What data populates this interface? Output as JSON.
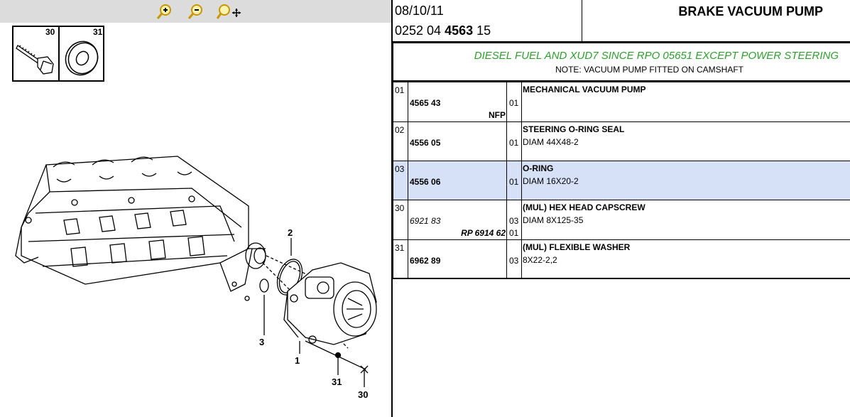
{
  "toolbar": {
    "zoom_in": "zoom-in",
    "zoom_out": "zoom-out",
    "zoom_pan": "zoom-pan"
  },
  "legend": {
    "items": [
      {
        "num": "30",
        "icon": "bolt-icon"
      },
      {
        "num": "31",
        "icon": "washer-icon"
      }
    ]
  },
  "diagram": {
    "callouts": [
      "2",
      "3",
      "1",
      "31",
      "30"
    ]
  },
  "header": {
    "date": "08/10/11",
    "ref_prefix": "0252 04",
    "ref_bold": "4563",
    "ref_suffix": "15",
    "title": "BRAKE VACUUM PUMP"
  },
  "application": {
    "condition": "DIESEL FUEL AND XUD7 SINCE RPO 05651 EXCEPT POWER STEERING",
    "note": "NOTE: VACUUM PUMP FITTED ON CAMSHAFT"
  },
  "parts": [
    {
      "pos": "01",
      "part_no": "4565 43",
      "sub": "NFP",
      "qty1": "01",
      "qty2": "",
      "name": "MECHANICAL VACUUM PUMP",
      "detail": ""
    },
    {
      "pos": "02",
      "part_no": "4556 05",
      "sub": "",
      "qty1": "01",
      "qty2": "",
      "name": "STEERING O-RING SEAL",
      "detail": "DIAM 44X48-2"
    },
    {
      "pos": "03",
      "part_no": "4556 06",
      "sub": "",
      "qty1": "01",
      "qty2": "",
      "name": "O-RING",
      "detail": "DIAM 16X20-2"
    },
    {
      "pos": "30",
      "part_no": "6921 83",
      "sub": "RP 6914 62",
      "qty1": "03",
      "qty2": "01",
      "name": "(MUL) HEX HEAD CAPSCREW",
      "detail": "DIAM 8X125-35"
    },
    {
      "pos": "31",
      "part_no": "6962 89",
      "sub": "",
      "qty1": "03",
      "qty2": "",
      "name": "(MUL) FLEXIBLE WASHER",
      "detail": "8X22-2,2"
    }
  ],
  "colors": {
    "condition_green": "#2da02d",
    "selected_row": "#d6e0f6",
    "toolbar_bg": "#dcdcdc",
    "zoom_icon": "#e8b800"
  }
}
